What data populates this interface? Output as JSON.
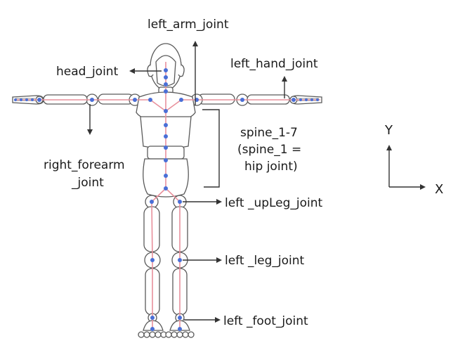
{
  "labels": {
    "left_arm_joint": "left_arm_joint",
    "head_joint": "head_joint",
    "left_hand_joint": "left_hand_joint",
    "spine_line1": "spine_1-7",
    "spine_line2": "(spine_1 =",
    "spine_line3": "hip joint)",
    "right_forearm_line1": "right_forearm",
    "right_forearm_line2": "_joint",
    "left_upleg_joint": "left _upLeg_joint",
    "left_leg_joint": "left _leg_joint",
    "left_foot_joint": "left _foot_joint"
  },
  "axes": {
    "y": "Y",
    "x": "X"
  },
  "colors": {
    "joint": "#4a6fd6",
    "bone": "#e8909c",
    "outline": "#5a5a5a",
    "arrow": "#333333"
  }
}
